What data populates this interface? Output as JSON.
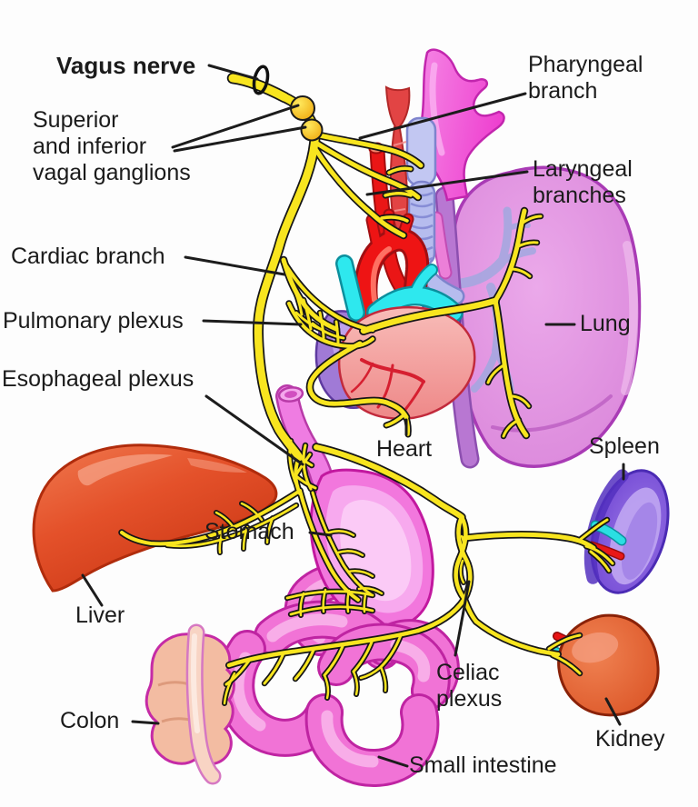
{
  "diagram": {
    "labels": {
      "vagus_nerve": "Vagus nerve",
      "vagal_ganglions_line1": "Superior",
      "vagal_ganglions_line2": "and inferior",
      "vagal_ganglions_line3": "vagal ganglions",
      "pharyngeal_line1": "Pharyngeal",
      "pharyngeal_line2": "branch",
      "laryngeal_line1": "Laryngeal",
      "laryngeal_line2": "branches",
      "cardiac_branch": "Cardiac branch",
      "pulmonary_plexus": "Pulmonary plexus",
      "esophageal_plexus": "Esophageal plexus",
      "lung": "Lung",
      "heart": "Heart",
      "spleen": "Spleen",
      "stomach": "Stomach",
      "liver": "Liver",
      "celiac_line1": "Celiac",
      "celiac_line2": "plexus",
      "colon": "Colon",
      "kidney": "Kidney",
      "small_intestine": "Small intestine"
    },
    "colors": {
      "nerve_yellow": "#f8e51f",
      "nerve_outline": "#161616",
      "ganglion_orange": "#f2b60c",
      "pharynx_pink": "#f05fd4",
      "trachea_lavender": "#b6bcee",
      "artery_red": "#ea1616",
      "pulmonary_cyan": "#2ee8ee",
      "atrium_purple": "#a07ad6",
      "ventricle_pink": "#f4a0a0",
      "lung_pink": "#dd8cdd",
      "lung_outline": "#a93bb5",
      "esophagus_pink": "#ef7ce2",
      "stomach_pink": "#f277dd",
      "liver_red": "#e04a22",
      "spleen_purple": "#7a50d8",
      "kidney_orange": "#e8653c",
      "intestine_pink": "#f173d6",
      "colon_salmon": "#f3bca2",
      "label_text": "#1b1b1b"
    }
  }
}
